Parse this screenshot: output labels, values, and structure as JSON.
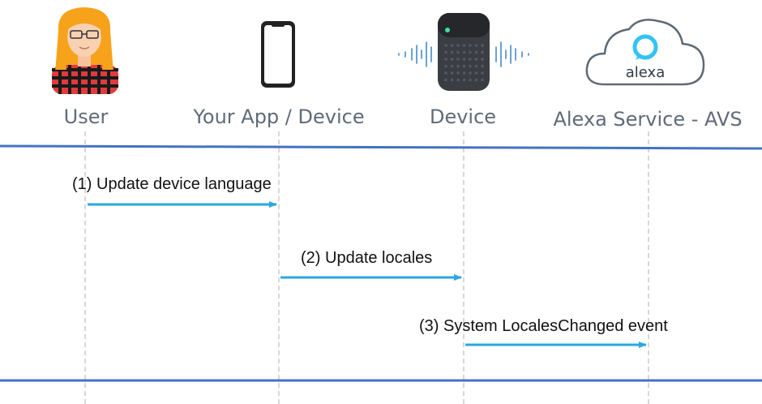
{
  "actors": [
    {
      "id": "user",
      "label": "User",
      "icon": "user-avatar-icon"
    },
    {
      "id": "app",
      "label": "Your App / Device",
      "icon": "smartphone-icon"
    },
    {
      "id": "device",
      "label": "Device",
      "icon": "smart-speaker-icon"
    },
    {
      "id": "avs",
      "label": "Alexa Service - AVS",
      "icon": "alexa-cloud-icon",
      "logo_text": "alexa"
    }
  ],
  "messages": [
    {
      "label": "(1) Update device language",
      "from": "user",
      "to": "app"
    },
    {
      "label": "(2) Update locales",
      "from": "app",
      "to": "device"
    },
    {
      "label": "(3) System LocalesChanged event",
      "from": "device",
      "to": "avs"
    }
  ],
  "colors": {
    "band": "#4472c4",
    "arrow": "#29a8e0",
    "lifeline": "#b0b0b0",
    "actor_text": "#5f6b78",
    "alexa_blue": "#31c4f3"
  }
}
